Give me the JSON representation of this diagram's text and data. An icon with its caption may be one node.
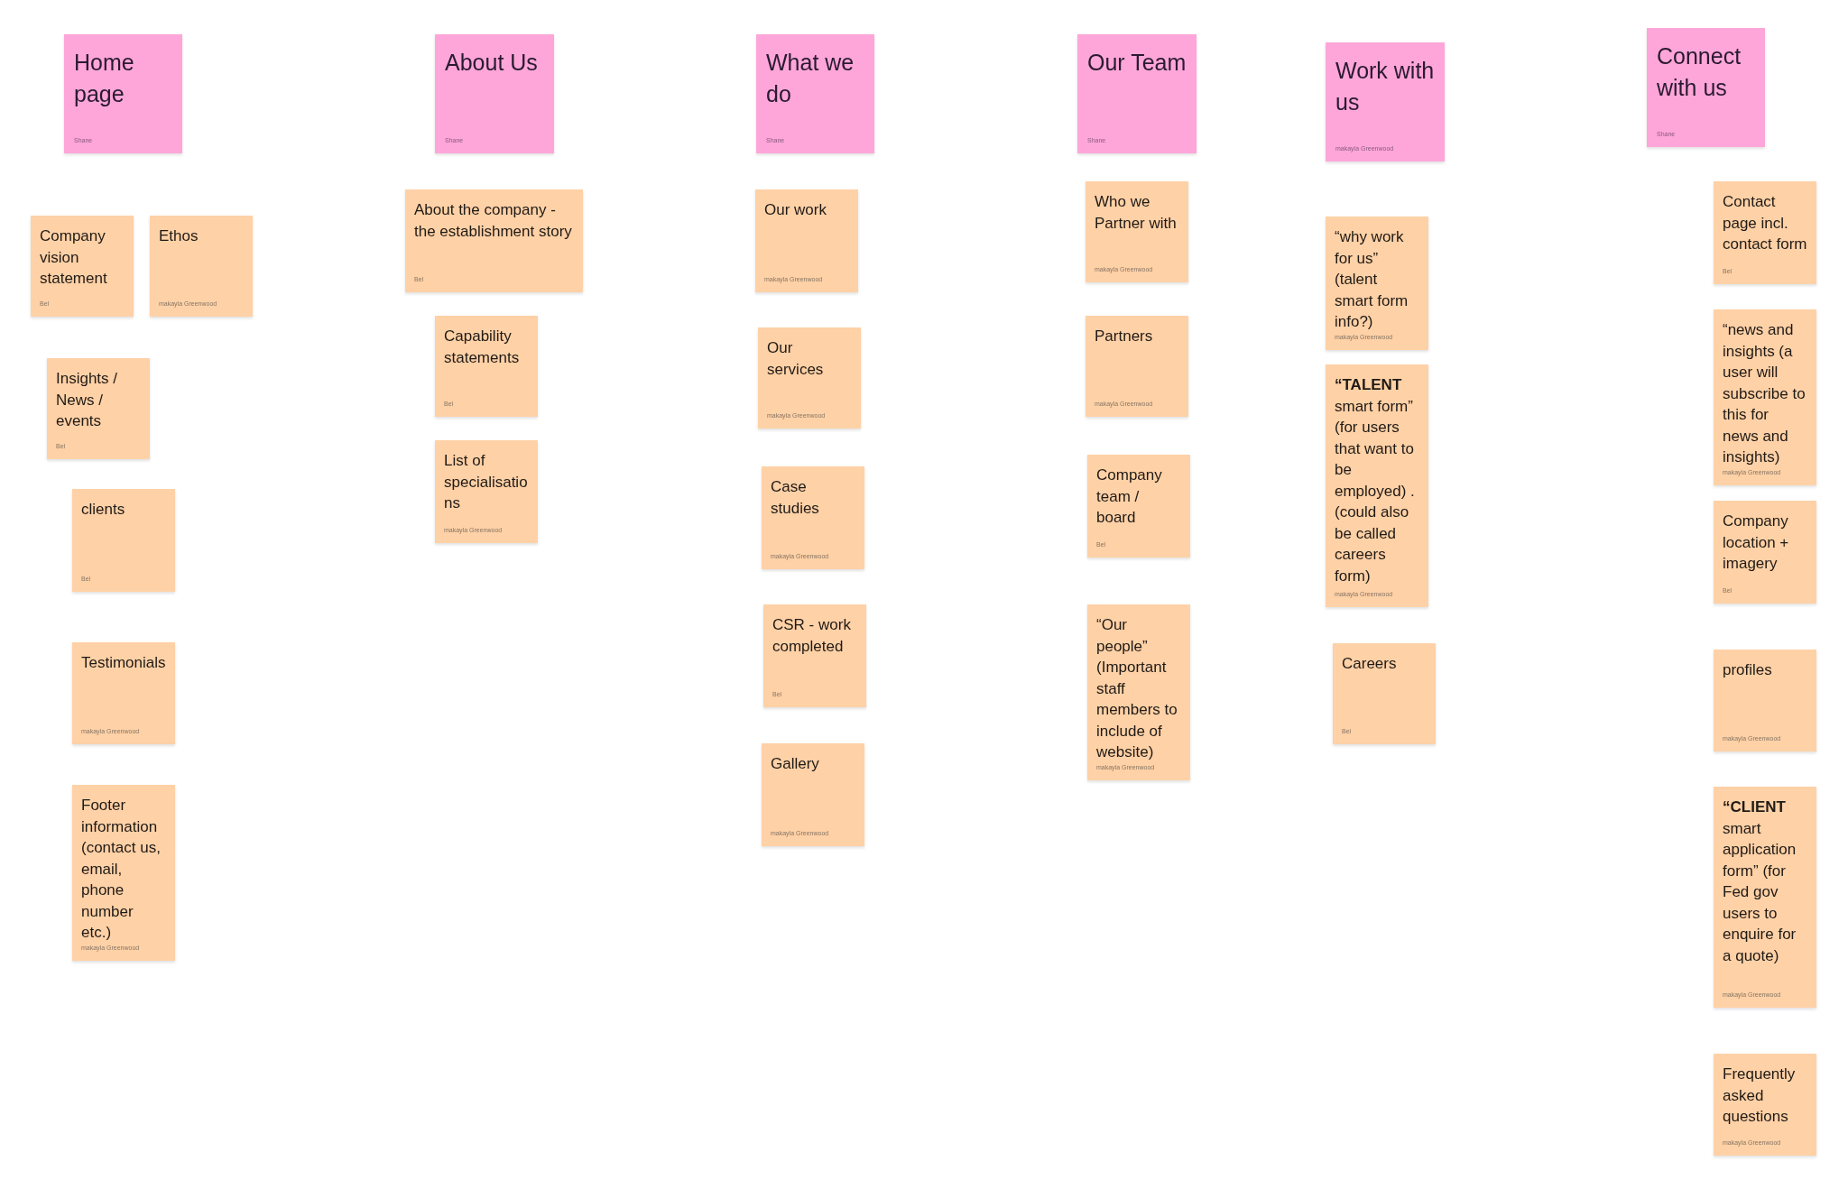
{
  "diagram": {
    "nodes": [
      {
        "text": [
          "Home page",
          "Shane"
        ]
      },
      {
        "text": [
          "Company vision statement",
          "Bel"
        ]
      },
      {
        "text": [
          "Ethos",
          "makayla Greenwood"
        ]
      },
      {
        "text": [
          "Insights / News / events",
          "Bel"
        ]
      },
      {
        "text": [
          "clients",
          "Bel"
        ]
      },
      {
        "text": [
          "Testimonials",
          "makayla Greenwood"
        ]
      },
      {
        "text": [
          "Footer information (contact us, email, phone number etc.)",
          "makayla Greenwood"
        ]
      },
      {
        "text": [
          "About Us",
          "Shane"
        ]
      },
      {
        "text": [
          "About the company - the establishment story",
          "Bel"
        ]
      },
      {
        "text": [
          "Capability statements",
          "Bel"
        ]
      },
      {
        "text": [
          "List of specialisations",
          "makayla Greenwood"
        ]
      },
      {
        "text": [
          "What we do",
          "Shane"
        ]
      },
      {
        "text": [
          "Our work",
          "makayla Greenwood"
        ]
      },
      {
        "text": [
          "Our services",
          "makayla Greenwood"
        ]
      },
      {
        "text": [
          "Case studies",
          "makayla Greenwood"
        ]
      },
      {
        "text": [
          "CSR - work completed",
          "Bel"
        ]
      },
      {
        "text": [
          "Gallery",
          "makayla Greenwood"
        ]
      },
      {
        "text": [
          "Our Team",
          "Shane"
        ]
      },
      {
        "text": [
          "Who we Partner with",
          "makayla Greenwood"
        ]
      },
      {
        "text": [
          "Partners",
          "makayla Greenwood"
        ]
      },
      {
        "text": [
          "Company team / board",
          "Bel"
        ]
      },
      {
        "text": [
          "“Our people” (Important staff members to include of website)",
          "makayla Greenwood"
        ]
      },
      {
        "text": [
          "Work with us",
          "makayla Greenwood"
        ]
      },
      {
        "text": [
          "“why work for us” (talent smart form info?)",
          "makayla Greenwood"
        ]
      },
      {
        "text": [
          "**“TALENT** smart form” (for users that want to be employed) . (could also be called careers form)",
          "makayla Greenwood"
        ]
      },
      {
        "text": [
          "Careers",
          "Bel"
        ]
      },
      {
        "text": [
          "Connect with us",
          "Shane"
        ]
      },
      {
        "text": [
          "Contact page incl. contact form",
          "Bel"
        ]
      },
      {
        "text": [
          "“news and insights (a user will subscribe to this for news and insights)",
          "makayla Greenwood"
        ]
      },
      {
        "text": [
          "Company location + imagery",
          "Bel"
        ]
      },
      {
        "text": [
          "profiles",
          "makayla Greenwood"
        ]
      },
      {
        "text": [
          "**“CLIENT** smart application form” (for Fed gov users to enquire for a quote)",
          "makayla Greenwood"
        ]
      },
      {
        "text": [
          "Frequently asked questions",
          "makayla Greenwood"
        ]
      }
    ]
  }
}
